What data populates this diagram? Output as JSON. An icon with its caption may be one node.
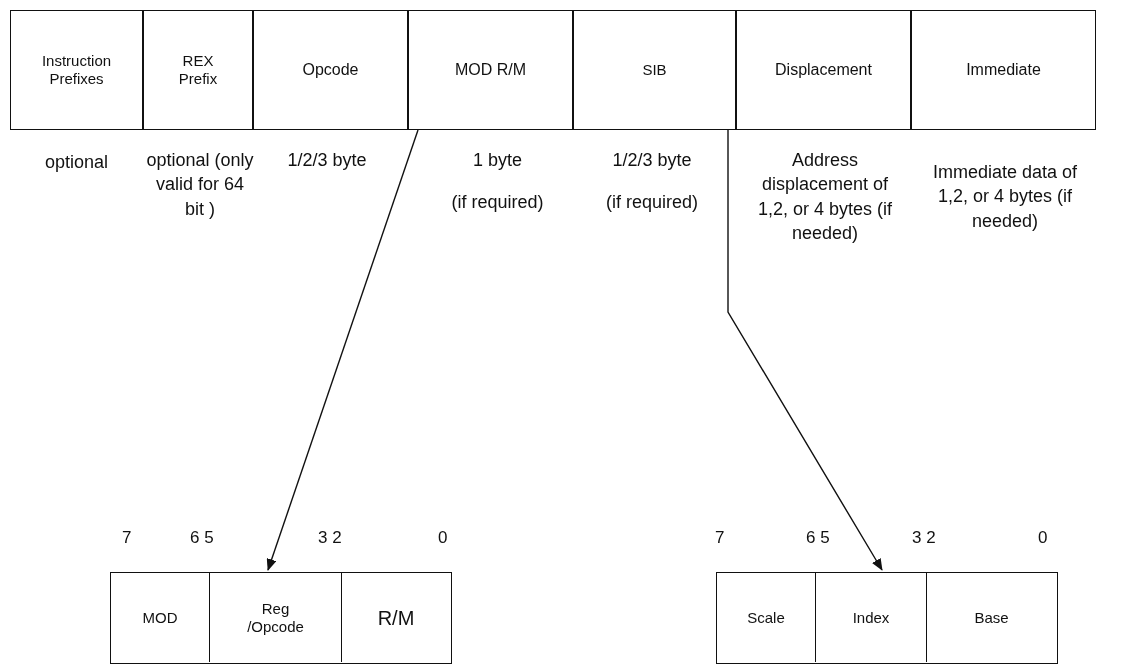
{
  "diagram": {
    "nodes": [
      {
        "text": [
          "Instruction Prefixes"
        ],
        "beside": [
          "optional"
        ]
      },
      {
        "text": [
          "REX Prefix"
        ],
        "beside": [
          "optional (only valid for 64 bit )"
        ]
      },
      {
        "text": [
          "Opcode"
        ],
        "beside": [
          "1/2/3 byte"
        ]
      },
      {
        "text": [
          "MOD R/M"
        ],
        "beside": [
          "1 byte",
          "(if required)"
        ]
      },
      {
        "text": [
          "SIB"
        ],
        "beside": [
          "1/2/3 byte",
          "(if required)"
        ]
      },
      {
        "text": [
          "Displacement"
        ],
        "beside": [
          "Address displacement of 1,2, or 4 bytes (if needed)"
        ]
      },
      {
        "text": [
          "Immediate"
        ],
        "beside": [
          "Immediate data of 1,2, or 4 bytes (if needed)"
        ]
      },
      {
        "text": [],
        "shape": "box"
      },
      {
        "text": [
          "MOD"
        ],
        "in": 7
      },
      {
        "text": [
          "Reg /Opcode"
        ],
        "in": 7
      },
      {
        "text": [
          "R/M"
        ],
        "in": 7
      },
      {
        "text": [],
        "shape": "box"
      },
      {
        "text": [
          "Scale"
        ],
        "in": 11
      },
      {
        "text": [
          "Index"
        ],
        "in": 11
      },
      {
        "text": [
          "Base"
        ],
        "in": 11
      }
    ],
    "edges": [
      {
        "from": 3,
        "to": 7,
        "arrow": "to"
      },
      {
        "from": 4,
        "to": 11,
        "arrow": "to"
      }
    ],
    "labels": [
      "7",
      "6 5",
      "3 2",
      "0",
      "7",
      "6 5",
      "3 2",
      "0"
    ]
  }
}
